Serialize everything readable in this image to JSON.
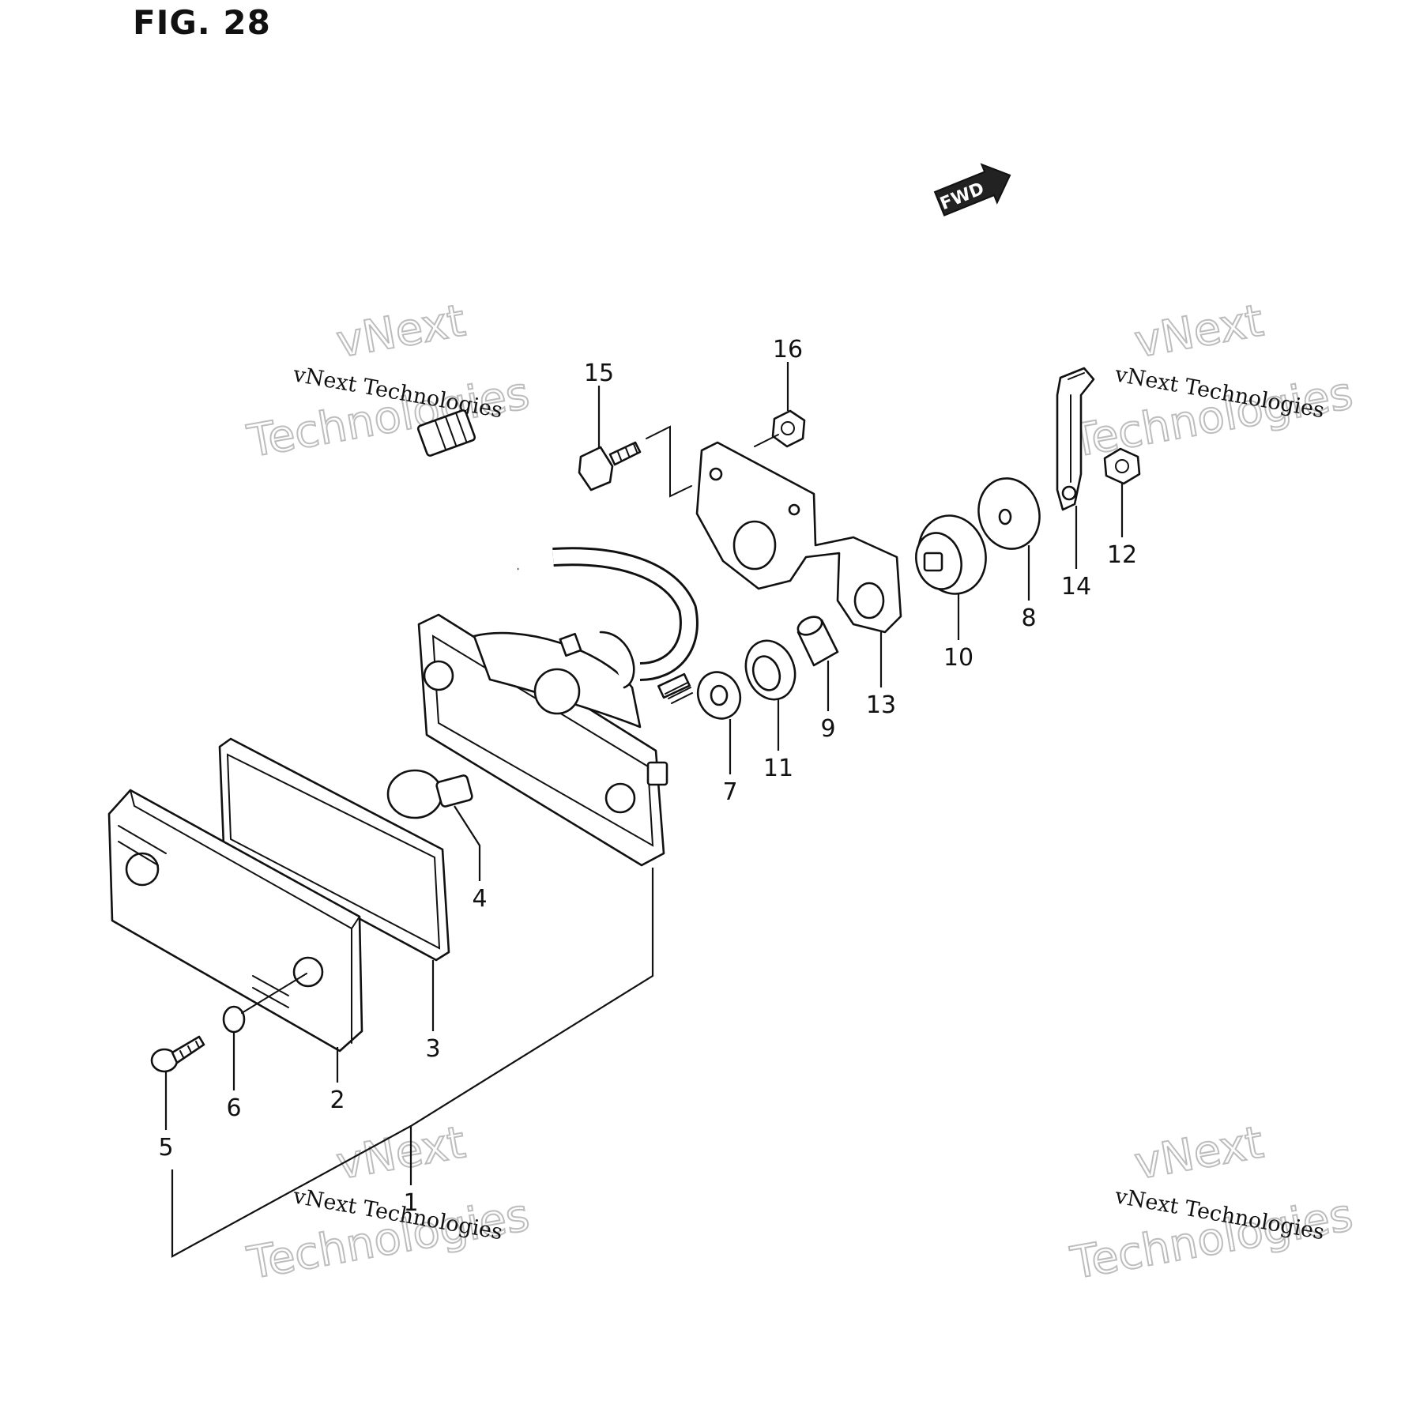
{
  "figure": {
    "title": "FIG. 28"
  },
  "direction": {
    "label": "FWD"
  },
  "callouts": [
    {
      "id": "2",
      "label": "2"
    },
    {
      "id": "3",
      "label": "3"
    },
    {
      "id": "4",
      "label": "4"
    },
    {
      "id": "5",
      "label": "5"
    },
    {
      "id": "6",
      "label": "6"
    },
    {
      "id": "7",
      "label": "7"
    },
    {
      "id": "8",
      "label": "8"
    },
    {
      "id": "9",
      "label": "9"
    },
    {
      "id": "10",
      "label": "10"
    },
    {
      "id": "11",
      "label": "11"
    },
    {
      "id": "12",
      "label": "12"
    },
    {
      "id": "13",
      "label": "13"
    },
    {
      "id": "14",
      "label": "14"
    },
    {
      "id": "15",
      "label": "15"
    },
    {
      "id": "16",
      "label": "16"
    },
    {
      "id": "1",
      "label": "1"
    }
  ],
  "watermark": {
    "brand": "vNext",
    "word": "Technologies",
    "full": "vNext Technologies",
    "color_outline": "#bdbdbd"
  }
}
